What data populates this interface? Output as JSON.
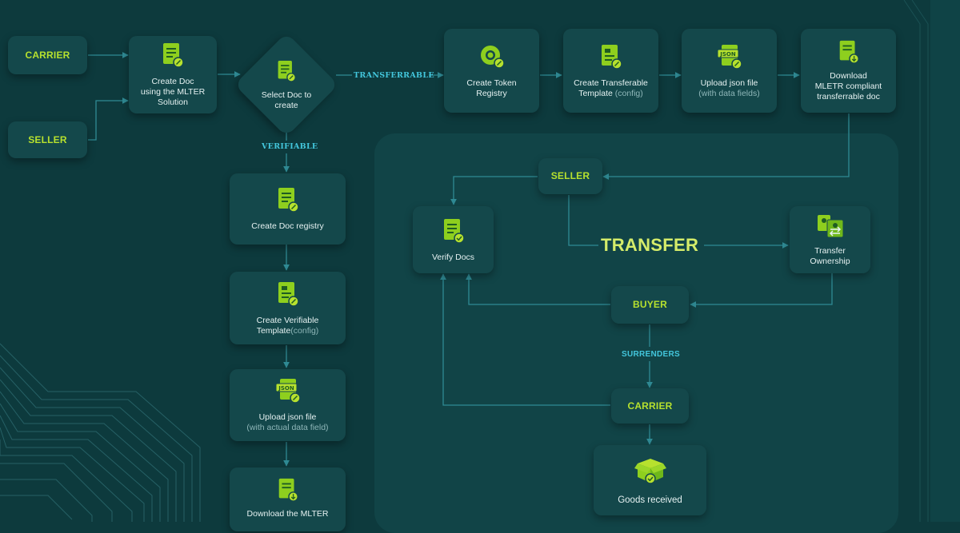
{
  "flow": {
    "carrier_top": "CARRIER",
    "seller_left": "SELLER",
    "create_doc": [
      "Create Doc",
      "using the MLTER",
      "Solution"
    ],
    "select_doc": [
      "Select Doc to",
      "create"
    ],
    "label_transferrable": "TRANSFERRABLE",
    "label_verifiable": "VERIFIABLE",
    "create_token_registry": [
      "Create Token",
      "Registry"
    ],
    "create_transferable_template": {
      "line1": "Create Transferable",
      "line2": "Template",
      "sub": "(config)"
    },
    "upload_json_top": {
      "line1": "Upload json file",
      "sub": "(with data fields)"
    },
    "download_mletr": [
      "Download",
      "MLETR compliant",
      "transferrable doc"
    ],
    "create_doc_registry": "Create Doc registry",
    "create_verifiable_template": {
      "line1": "Create Verifiable",
      "line2": "Template",
      "sub": "(config)"
    },
    "upload_json_left": {
      "line1": "Upload json file",
      "sub": "(with actual data field)"
    },
    "download_mlter": "Download the MLTER"
  },
  "transfer": {
    "title": "TRANSFER",
    "seller": "SELLER",
    "verify_docs": "Verify Docs",
    "transfer_ownership": [
      "Transfer",
      "Ownership"
    ],
    "buyer": "BUYER",
    "label_surrenders": "SURRENDERS",
    "carrier": "CARRIER",
    "goods_received": "Goods received"
  },
  "colors": {
    "background": "#0d3a3d",
    "node": "#14484b",
    "accent_green": "#b7e12e",
    "edge_label": "#43c6dc",
    "connector": "#2f7d86"
  },
  "icons": [
    "document-edit-icon",
    "token-registry-icon",
    "template-icon",
    "json-file-icon",
    "document-download-icon",
    "document-check-icon",
    "transfer-ownership-icon",
    "box-check-icon"
  ]
}
